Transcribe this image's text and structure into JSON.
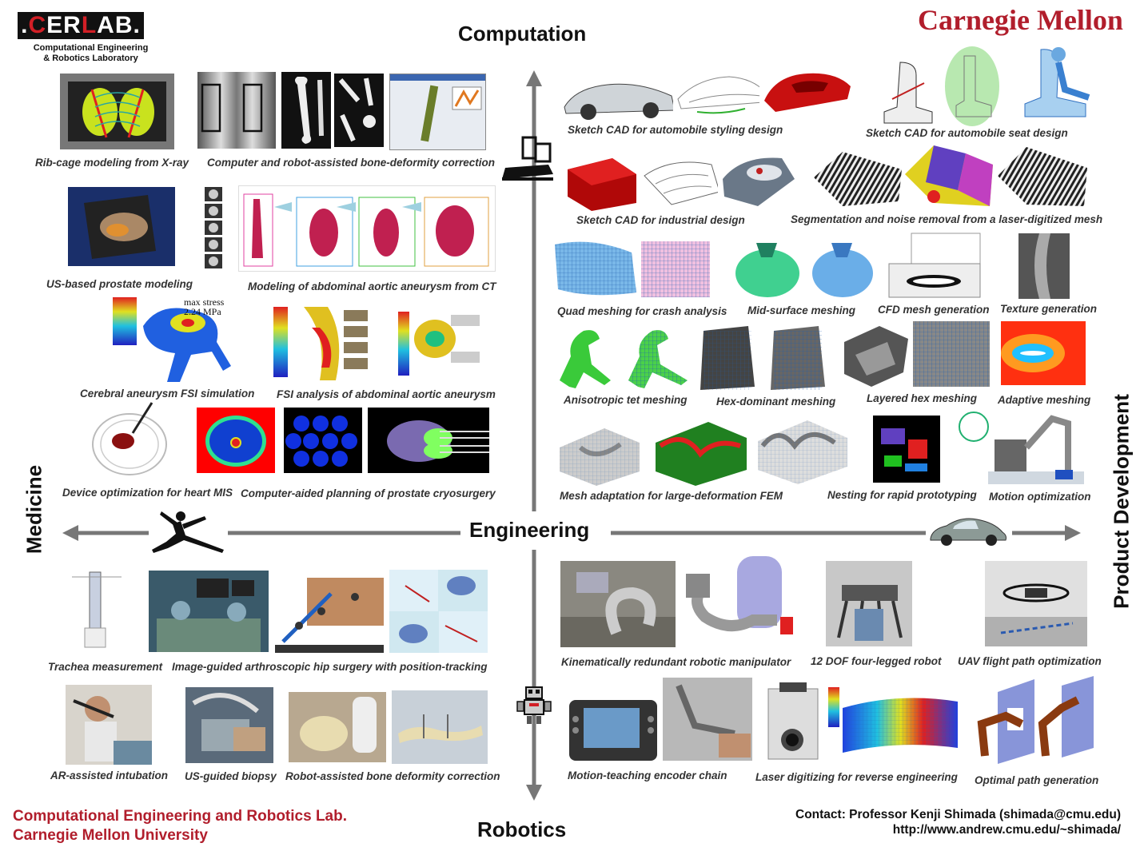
{
  "logo": {
    "text_white_1": ".",
    "text_red_1": "C",
    "text_white_2": "ER",
    "text_red_2": "L",
    "text_white_3": "AB.",
    "subtitle_line1": "Computational Engineering",
    "subtitle_line2": "& Robotics Laboratory"
  },
  "university_logo": "Carnegie Mellon",
  "axes": {
    "top": "Computation",
    "bottom": "Robotics",
    "center": "Engineering",
    "left": "Medicine",
    "right": "Product Development"
  },
  "captions": {
    "rib_cage": "Rib-cage modeling from X-ray",
    "bone_deformity": "Computer and robot-assisted bone-deformity correction",
    "prostate_us": "US-based prostate modeling",
    "aortic_ct": "Modeling of abdominal aortic aneurysm from CT",
    "cerebral_fsi": "Cerebral aneurysm FSI simulation",
    "aortic_fsi": "FSI analysis of abdominal aortic aneurysm",
    "heart_mis": "Device optimization for heart MIS",
    "cryosurgery": "Computer-aided planning of prostate cryosurgery",
    "trachea": "Trachea measurement",
    "hip_surgery": "Image-guided arthroscopic hip surgery with position-tracking",
    "intubation": "AR-assisted intubation",
    "biopsy": "US-guided biopsy",
    "robot_bone": "Robot-assisted bone deformity correction",
    "sketch_auto": "Sketch CAD for automobile styling design",
    "sketch_seat": "Sketch CAD for automobile seat design",
    "sketch_industrial": "Sketch CAD for industrial design",
    "segmentation": "Segmentation and noise removal from a laser-digitized mesh",
    "quad_mesh": "Quad meshing for crash analysis",
    "mid_surface": "Mid-surface meshing",
    "cfd_mesh": "CFD mesh generation",
    "texture": "Texture generation",
    "aniso_tet": "Anisotropic tet meshing",
    "hex_dominant": "Hex-dominant meshing",
    "layered_hex": "Layered hex meshing",
    "adaptive": "Adaptive meshing",
    "mesh_adaptation": "Mesh adaptation for large-deformation FEM",
    "nesting": "Nesting for rapid prototyping",
    "motion_opt": "Motion optimization",
    "kinematic": "Kinematically redundant robotic manipulator",
    "four_legged": "12 DOF four-legged robot",
    "uav": "UAV flight path optimization",
    "encoder": "Motion-teaching encoder chain",
    "laser": "Laser digitizing for reverse engineering",
    "optimal_path": "Optimal path generation"
  },
  "annotation": {
    "max_stress_line1": "max stress",
    "max_stress_line2": "2.24 MPa"
  },
  "footer": {
    "lab_line1": "Computational Engineering and Robotics Lab.",
    "lab_line2": "Carnegie Mellon University",
    "contact": "Contact: Professor Kenji Shimada (shimada@cmu.edu)",
    "url": "http://www.andrew.cmu.edu/~shimada/"
  },
  "colors": {
    "brand_red": "#b11e2c",
    "logo_red": "#d21f26",
    "arrow_gray": "#777777"
  }
}
